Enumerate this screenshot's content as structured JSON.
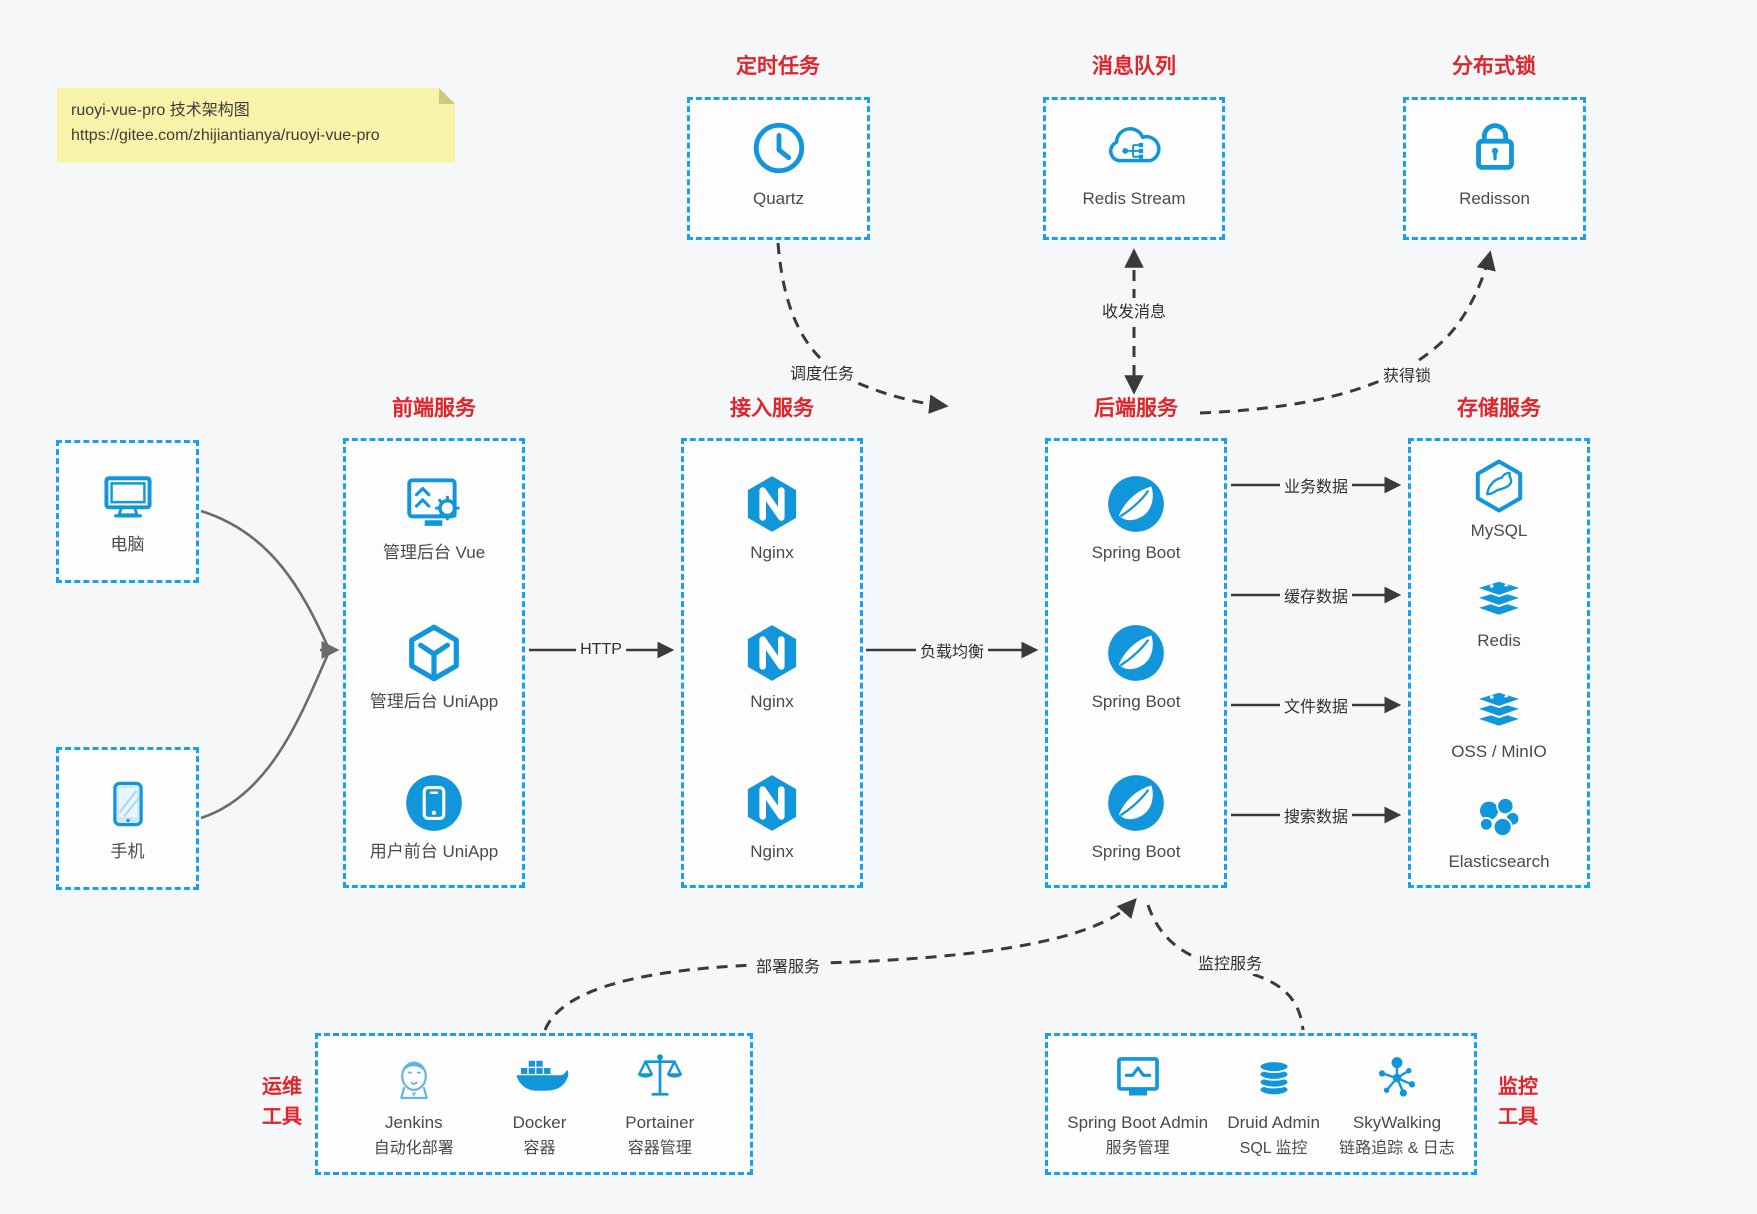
{
  "note": {
    "line1": "ruoyi-vue-pro 技术架构图",
    "line2": "https://gitee.com/zhijiantianya/ruoyi-vue-pro"
  },
  "colors": {
    "icon_blue": "#1296db",
    "border_blue": "#16a0ee",
    "red": "#e1242a",
    "line_dark": "#3a3a3a",
    "line_gray": "#6b6b6b",
    "background": "#f6f7f8",
    "note_bg": "#f9f3a9"
  },
  "nodes": {
    "scheduler": {
      "title": "定时任务",
      "label": "Quartz"
    },
    "mq": {
      "title": "消息队列",
      "label": "Redis Stream"
    },
    "lock": {
      "title": "分布式锁",
      "label": "Redisson"
    },
    "pc": {
      "label": "电脑"
    },
    "mobile": {
      "label": "手机"
    },
    "frontend": {
      "title": "前端服务",
      "items": [
        {
          "label": "管理后台 Vue"
        },
        {
          "label": "管理后台 UniApp"
        },
        {
          "label": "用户前台 UniApp"
        }
      ]
    },
    "access": {
      "title": "接入服务",
      "items": [
        {
          "label": "Nginx"
        },
        {
          "label": "Nginx"
        },
        {
          "label": "Nginx"
        }
      ]
    },
    "backend": {
      "title": "后端服务",
      "items": [
        {
          "label": "Spring Boot"
        },
        {
          "label": "Spring Boot"
        },
        {
          "label": "Spring Boot"
        }
      ]
    },
    "storage": {
      "title": "存储服务",
      "items": [
        {
          "label": "MySQL"
        },
        {
          "label": "Redis"
        },
        {
          "label": "OSS / MinIO"
        },
        {
          "label": "Elasticsearch"
        }
      ]
    },
    "ops": {
      "title_line1": "运维",
      "title_line2": "工具",
      "items": [
        {
          "name": "Jenkins",
          "desc": "自动化部署"
        },
        {
          "name": "Docker",
          "desc": "容器"
        },
        {
          "name": "Portainer",
          "desc": "容器管理"
        }
      ]
    },
    "monitoring": {
      "title_line1": "监控",
      "title_line2": "工具",
      "items": [
        {
          "name": "Spring Boot Admin",
          "desc": "服务管理"
        },
        {
          "name": "Druid Admin",
          "desc": "SQL 监控"
        },
        {
          "name": "SkyWalking",
          "desc": "链路追踪 & 日志"
        }
      ]
    }
  },
  "edges": {
    "http": "HTTP",
    "load_balance": "负载均衡",
    "business_data": "业务数据",
    "cache_data": "缓存数据",
    "file_data": "文件数据",
    "search_data": "搜索数据",
    "schedule_task": "调度任务",
    "send_receive_message": "收发消息",
    "acquire_lock": "获得锁",
    "deploy_service": "部署服务",
    "monitor_service": "监控服务"
  }
}
